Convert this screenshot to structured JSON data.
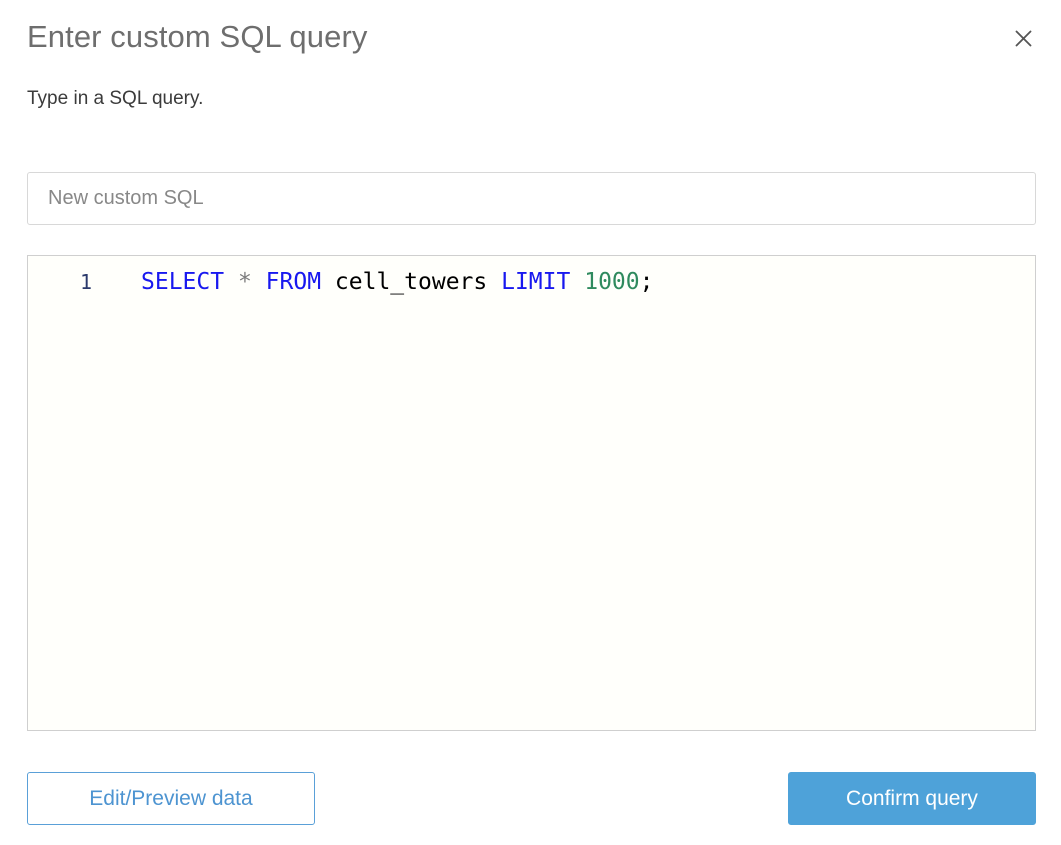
{
  "dialog": {
    "title": "Enter custom SQL query",
    "subtitle": "Type in a SQL query.",
    "close_icon": "close-icon"
  },
  "name_field": {
    "value": "",
    "placeholder": "New custom SQL"
  },
  "editor": {
    "line_number": "1",
    "tokens": {
      "select": "SELECT",
      "star": "*",
      "from": "FROM",
      "table": "cell_towers",
      "limit": "LIMIT",
      "number": "1000",
      "semicolon": ";",
      "sp1": " ",
      "sp2": " ",
      "sp3": " ",
      "sp4": " ",
      "sp5": " "
    },
    "full_query": "SELECT * FROM cell_towers LIMIT 1000;"
  },
  "footer": {
    "secondary_label": "Edit/Preview data",
    "primary_label": "Confirm query"
  },
  "colors": {
    "accent": "#4ea2d9",
    "accent_border": "#5aa0d8",
    "keyword": "#1818ef",
    "number": "#2f8a5e",
    "title": "#6e6e6e",
    "subtitle": "#3b3b3b"
  }
}
